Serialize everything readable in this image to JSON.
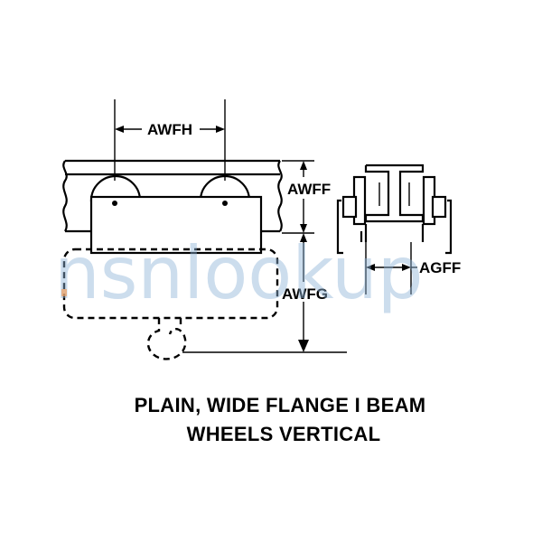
{
  "dimensions": {
    "awfh": "AWFH",
    "awff": "AWFF",
    "awfg": "AWFG",
    "agff": "AGFF"
  },
  "caption": {
    "line1": "PLAIN, WIDE FLANGE I BEAM",
    "line2": "WHEELS VERTICAL"
  },
  "watermark": {
    "text": "nsnlookup",
    "color": "#8fb4d6"
  },
  "colors": {
    "line": "#000000",
    "background": "#ffffff"
  }
}
